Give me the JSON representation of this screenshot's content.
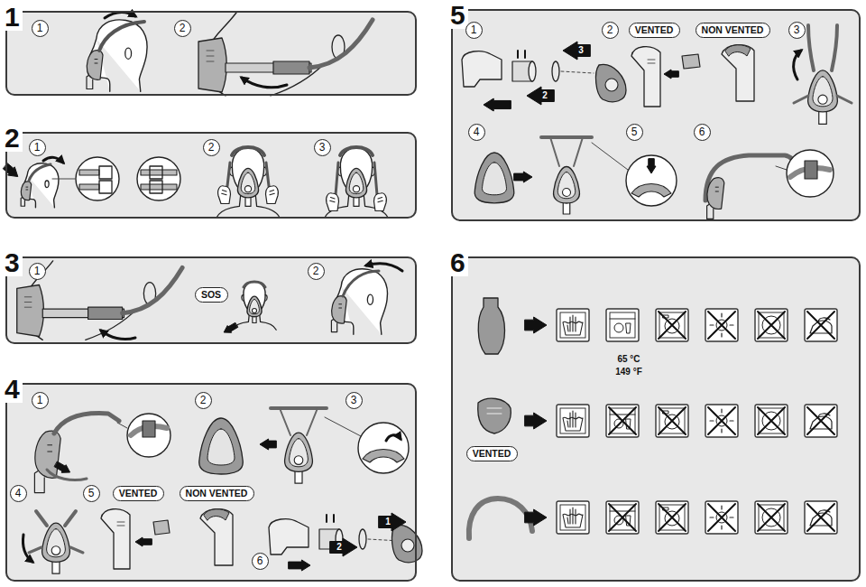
{
  "diagram": {
    "nodes": [
      {
        "text": [
          "1"
        ]
      },
      {
        "text": [
          "1"
        ],
        "in": 0
      },
      {
        "text": [
          "2"
        ],
        "in": 0
      },
      {
        "text": [
          "2"
        ]
      },
      {
        "text": [
          "1"
        ],
        "in": 3
      },
      {
        "text": [
          "2"
        ],
        "in": 3
      },
      {
        "text": [
          "3"
        ],
        "in": 3
      },
      {
        "text": [
          "3"
        ]
      },
      {
        "text": [
          "1"
        ],
        "in": 7
      },
      {
        "text": [
          "SOS"
        ],
        "in": 7
      },
      {
        "text": [
          "2"
        ],
        "in": 7
      },
      {
        "text": [
          "4"
        ]
      },
      {
        "text": [
          "1"
        ],
        "in": 11
      },
      {
        "text": [
          "2"
        ],
        "in": 11
      },
      {
        "text": [
          "3"
        ],
        "in": 11
      },
      {
        "text": [
          "4"
        ],
        "in": 11
      },
      {
        "text": [
          "5"
        ],
        "in": 11
      },
      {
        "text": [
          "VENTED"
        ],
        "in": 11
      },
      {
        "text": [
          "NON VENTED"
        ],
        "in": 11
      },
      {
        "text": [
          "6"
        ],
        "in": 11
      },
      {
        "text": [
          "5"
        ]
      },
      {
        "text": [
          "1"
        ],
        "in": 20
      },
      {
        "text": [
          "2"
        ],
        "in": 20
      },
      {
        "text": [
          "VENTED"
        ],
        "in": 20
      },
      {
        "text": [
          "NON VENTED"
        ],
        "in": 20
      },
      {
        "text": [
          "3"
        ],
        "in": 20
      },
      {
        "text": [
          "4"
        ],
        "in": 20
      },
      {
        "text": [
          "5"
        ],
        "in": 20
      },
      {
        "text": [
          "6"
        ],
        "in": 20
      },
      {
        "text": [
          "6"
        ]
      },
      {
        "text": [
          "VENTED"
        ],
        "in": 29
      }
    ],
    "labels": [
      "1",
      "2",
      "3",
      "2",
      "65 °C",
      "149 °F"
    ]
  }
}
